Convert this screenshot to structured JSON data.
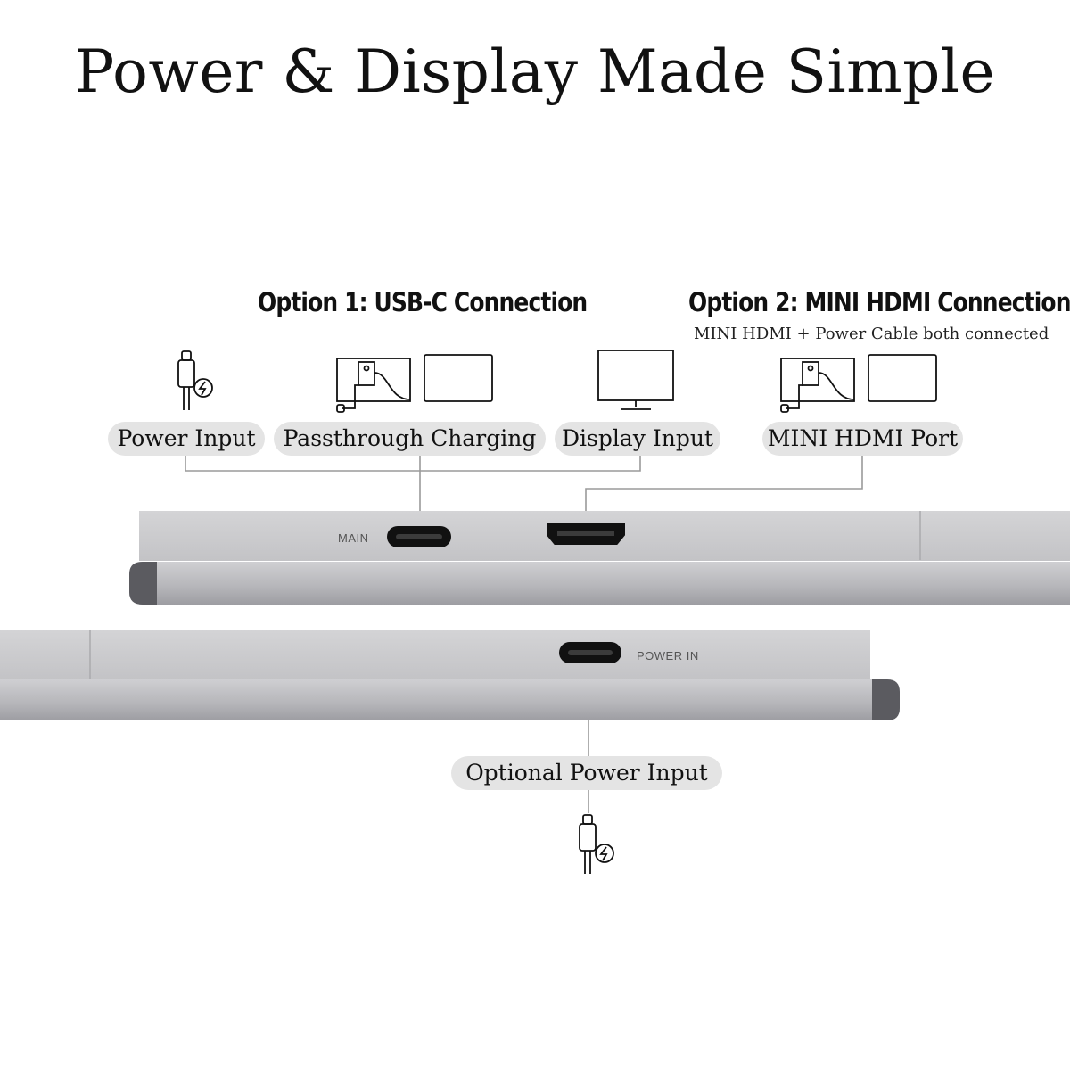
{
  "title": "Power & Display Made Simple",
  "option1": {
    "heading": "Option 1: USB-C Connection"
  },
  "option2": {
    "heading": "Option 2: MINI HDMI Connection",
    "subtitle": "MINI HDMI + Power Cable both connected"
  },
  "labels": {
    "power_input": "Power Input",
    "passthrough": "Passthrough Charging",
    "display_input": "Display Input",
    "mini_hdmi_port": "MINI HDMI Port",
    "optional_power": "Optional Power Input"
  },
  "ports": {
    "main": "MAIN",
    "power_in": "POWER IN"
  },
  "icons": {
    "usb_c_power": "usb-c-power-cable-icon",
    "passthrough": "monitor-laptop-charging-icon",
    "display": "monitor-icon",
    "hdmi": "monitor-laptop-hdmi-icon"
  },
  "colors": {
    "pill_bg": "#e4e4e4",
    "device_silver": "#c9c9cb",
    "device_dark": "#5b5b60",
    "connector_line": "#9a9a9a",
    "port_black": "#111111"
  }
}
